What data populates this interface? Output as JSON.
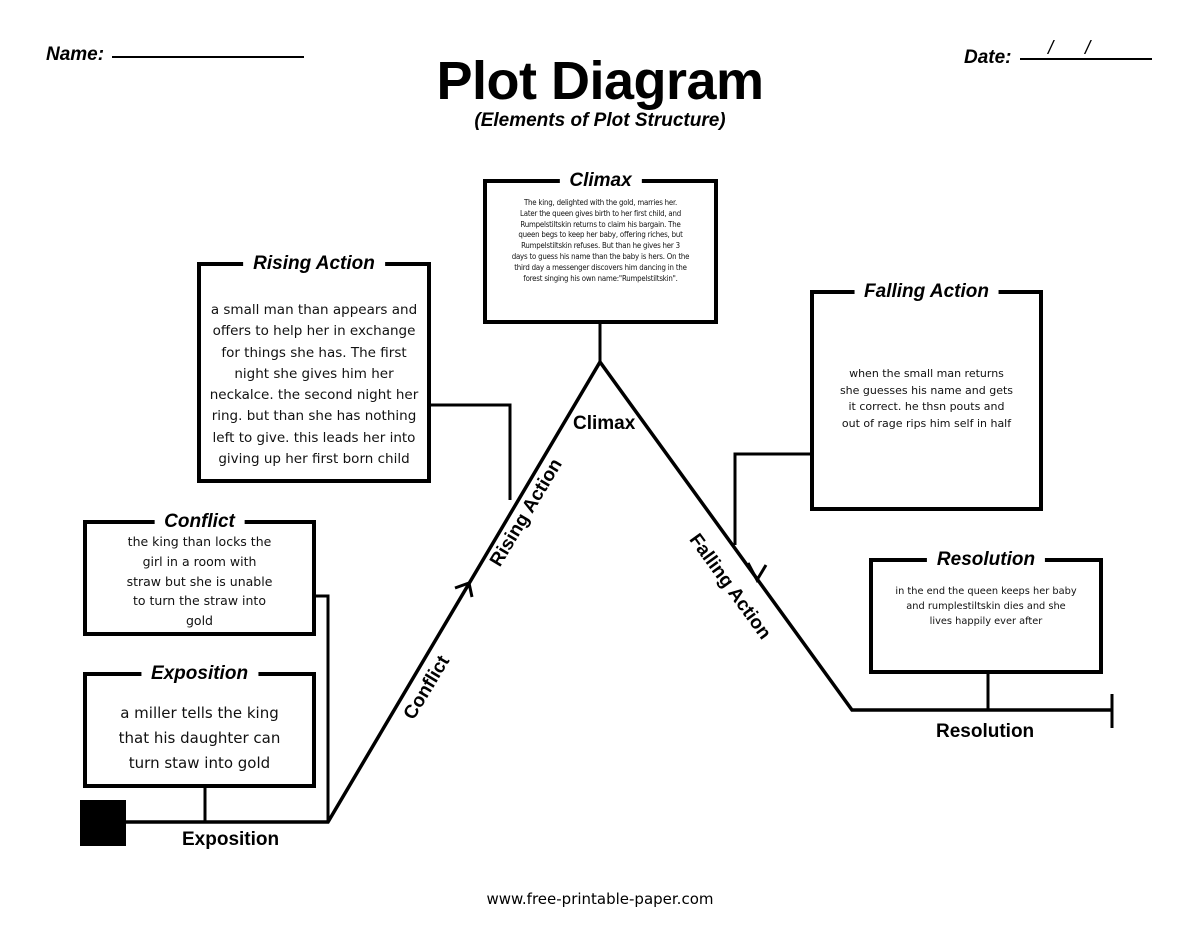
{
  "header": {
    "name_label": "Name:",
    "date_label": "Date:",
    "date_slashes": "/      /"
  },
  "title": "Plot Diagram",
  "subtitle": "(Elements of Plot Structure)",
  "boxes": {
    "climax": {
      "title": "Climax",
      "text": "The king, delighted with the gold, marries her.\nLater the queen gives birth to her first child, and\nRumpelstiltskin returns to claim his bargain. The\nqueen begs to keep her baby, offering riches, but\nRumpelstiltskin refuses. But than he gives her 3\ndays to guess his name than the baby is hers. On the\nthird day a messenger discovers him dancing in the\nforest singing his own name:\"Rumpelstiltskin\"."
    },
    "rising_action": {
      "title": "Rising Action",
      "text": "a small man than appears and\noffers to help her in exchange\nfor things she has. The first\nnight she gives him her\nneckalce. the second night her\nring. but than she has nothing\nleft to give. this leads her into\ngiving up her first born child"
    },
    "falling_action": {
      "title": "Falling Action",
      "text": "when the small man returns\nshe guesses his name and gets\nit correct. he thsn pouts and\nout of rage rips him self in half"
    },
    "conflict": {
      "title": "Conflict",
      "text": "the king than locks the\ngirl in a room with\nstraw but she is unable\nto turn the straw into\ngold"
    },
    "exposition": {
      "title": "Exposition",
      "text": "a miller tells the king\nthat his daughter can\nturn staw into gold"
    },
    "resolution": {
      "title": "Resolution",
      "text": "in the end the queen keeps her baby\nand rumplestiltskin dies and she\nlives happily ever after"
    }
  },
  "arc_labels": {
    "exposition": "Exposition",
    "conflict": "Conflict",
    "rising_action": "Rising Action",
    "climax": "Climax",
    "falling_action": "Falling Action",
    "resolution": "Resolution"
  },
  "footer": "www.free-printable-paper.com"
}
